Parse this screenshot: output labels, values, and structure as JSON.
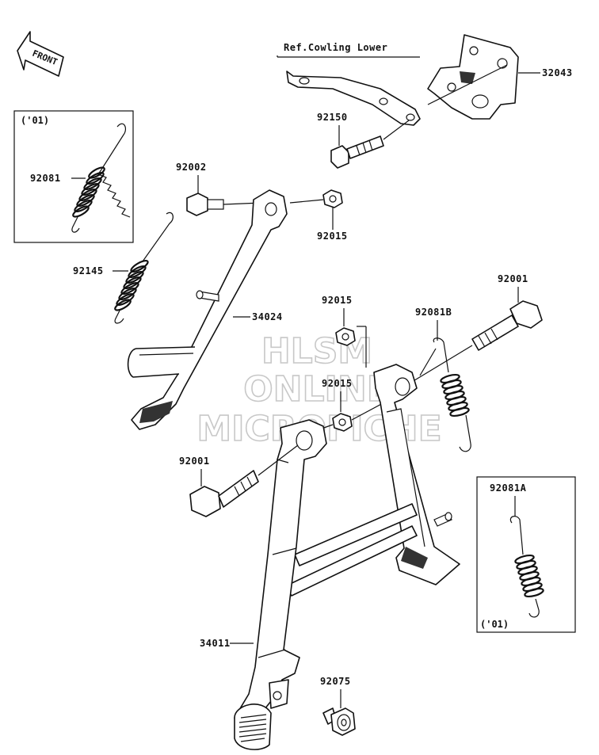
{
  "front_indicator": "FRONT",
  "reference_note": "Ref.Cowling Lower",
  "watermark": [
    "HLSM",
    "ONLINE",
    "MICROFICHE"
  ],
  "year_box_top": "('01)",
  "year_box_right": "('01)",
  "parts": {
    "p32043": "32043",
    "p92150": "92150",
    "p92081": "92081",
    "p92002": "92002",
    "p92015_a": "92015",
    "p92145": "92145",
    "p34024": "34024",
    "p92001_a": "92001",
    "p92015_b": "92015",
    "p92081B": "92081B",
    "p92015_c": "92015",
    "p92001_b": "92001",
    "p92081A": "92081A",
    "p34011": "34011",
    "p92075": "92075"
  }
}
